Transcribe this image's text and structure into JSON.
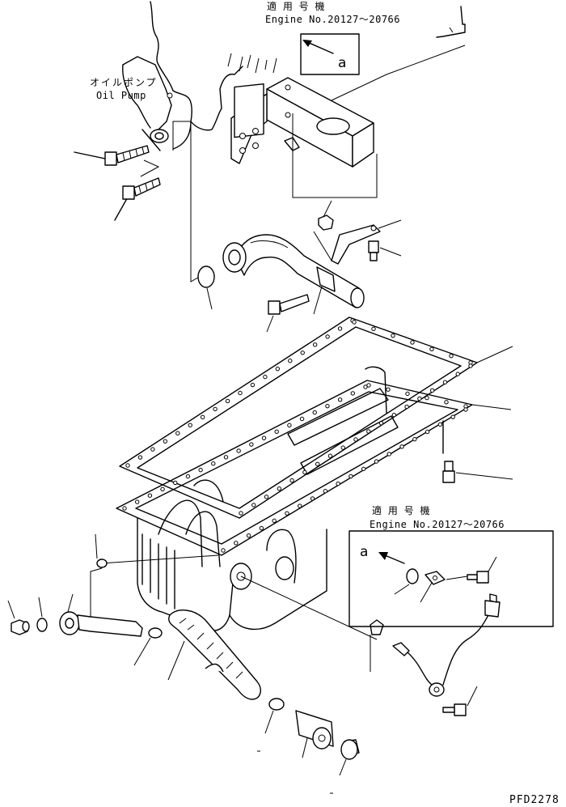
{
  "labels": {
    "top_applicability_jp": "適 用 号 機",
    "top_applicability_en": "Engine No.20127～20766",
    "inset_applicability_jp": "適 用 号 機",
    "inset_applicability_en": "Engine No.20127～20766",
    "oil_pump_jp": "オイルポンプ",
    "oil_pump_en": "Oil Pump",
    "view_marker_top": "a",
    "view_marker_inset": "a",
    "figure_code": "PFD2278"
  }
}
